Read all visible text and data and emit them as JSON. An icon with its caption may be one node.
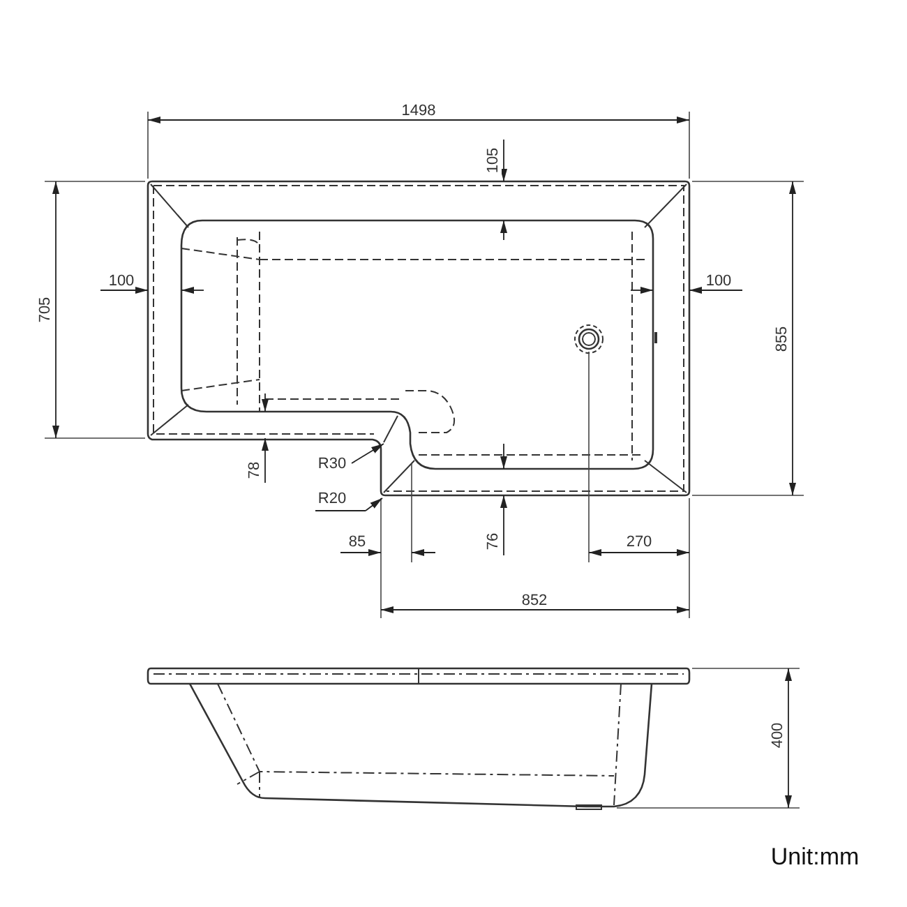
{
  "diagram": {
    "labels": [
      "1498",
      "105",
      "100",
      "100",
      "705",
      "855",
      "R30",
      "78",
      "R20",
      "85",
      "76",
      "270",
      "852",
      "400",
      "Unit:mm"
    ]
  }
}
